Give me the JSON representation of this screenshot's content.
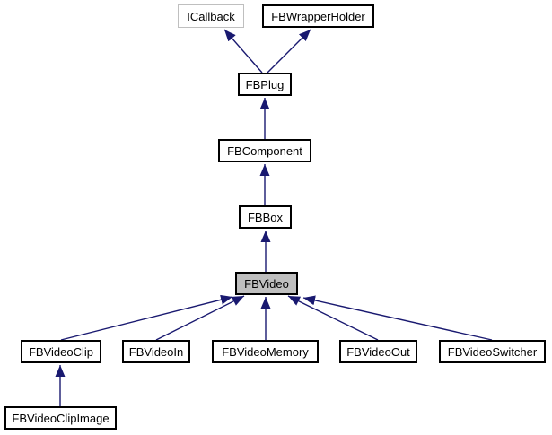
{
  "diagram": {
    "type": "class-inheritance-graph",
    "current_class": "FBVideo",
    "nodes": {
      "icallback": {
        "label": "ICallback",
        "style": "external"
      },
      "fbwrapperholder": {
        "label": "FBWrapperHolder",
        "style": "normal"
      },
      "fbplug": {
        "label": "FBPlug",
        "style": "normal"
      },
      "fbcomponent": {
        "label": "FBComponent",
        "style": "normal"
      },
      "fbbox": {
        "label": "FBBox",
        "style": "normal"
      },
      "fbvideo": {
        "label": "FBVideo",
        "style": "current"
      },
      "fbvideoclip": {
        "label": "FBVideoClip",
        "style": "normal"
      },
      "fbvideoin": {
        "label": "FBVideoIn",
        "style": "normal"
      },
      "fbvideomemory": {
        "label": "FBVideoMemory",
        "style": "normal"
      },
      "fbvideoout": {
        "label": "FBVideoOut",
        "style": "normal"
      },
      "fbvideoswitcher": {
        "label": "FBVideoSwitcher",
        "style": "normal"
      },
      "fbvideoclipimage": {
        "label": "FBVideoClipImage",
        "style": "normal"
      }
    },
    "edges": [
      {
        "from": "FBPlug",
        "to": "ICallback"
      },
      {
        "from": "FBPlug",
        "to": "FBWrapperHolder"
      },
      {
        "from": "FBComponent",
        "to": "FBPlug"
      },
      {
        "from": "FBBox",
        "to": "FBComponent"
      },
      {
        "from": "FBVideo",
        "to": "FBBox"
      },
      {
        "from": "FBVideoClip",
        "to": "FBVideo"
      },
      {
        "from": "FBVideoIn",
        "to": "FBVideo"
      },
      {
        "from": "FBVideoMemory",
        "to": "FBVideo"
      },
      {
        "from": "FBVideoOut",
        "to": "FBVideo"
      },
      {
        "from": "FBVideoSwitcher",
        "to": "FBVideo"
      },
      {
        "from": "FBVideoClipImage",
        "to": "FBVideoClip"
      }
    ],
    "colors": {
      "arrow": "#191970",
      "node_border": "#000000",
      "external_node_border": "#bfbfbf",
      "current_node_fill": "#bfbfbf",
      "background": "#ffffff",
      "text": "#000000"
    }
  }
}
